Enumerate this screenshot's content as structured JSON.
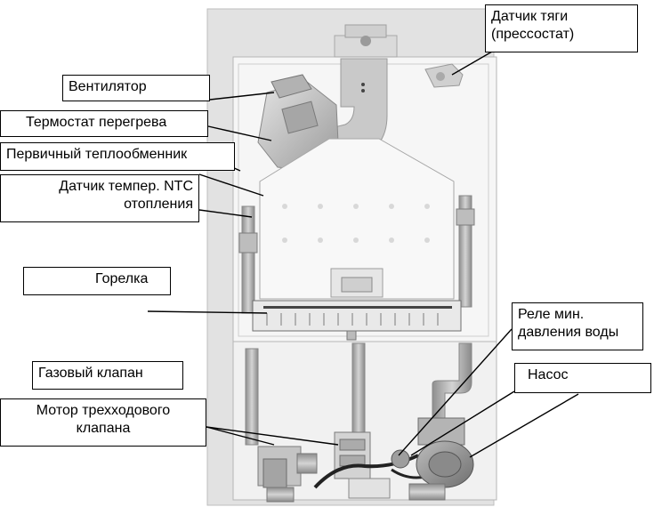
{
  "labels": {
    "draft_sensor": [
      "Датчик тяги",
      "(прессостат)"
    ],
    "fan": "Вентилятор",
    "overheat_thermostat": "Термостат перегрева",
    "primary_heat_exchanger": "Первичный теплообменник",
    "ntc_sensor": [
      "Датчик темпер. NTC",
      "отопления"
    ],
    "burner": "Горелка",
    "min_water_pressure_relay": [
      "Реле мин.",
      "давления воды"
    ],
    "gas_valve": "Газовый клапан",
    "pump": "Насос",
    "three_way_valve_motor": [
      "Мотор трехходового",
      "клапана"
    ]
  }
}
